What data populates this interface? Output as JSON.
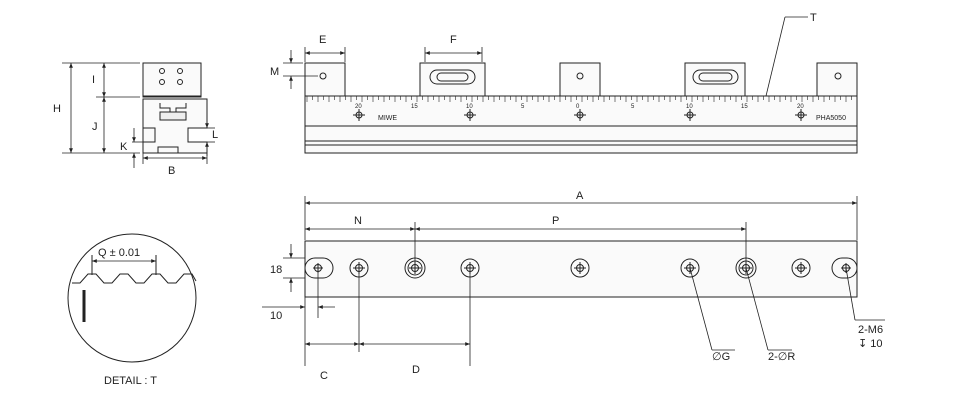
{
  "labels": {
    "E": "E",
    "F": "F",
    "M": "M",
    "T": "T",
    "H": "H",
    "I": "I",
    "J": "J",
    "K": "K",
    "L": "L",
    "B": "B",
    "A": "A",
    "N": "N",
    "P": "P",
    "C": "C",
    "D": "D",
    "dim_18": "18",
    "dim_10": "10",
    "phi_g": "∅G",
    "two_phi_r": "2-∅R",
    "two_m6": "2-M6",
    "depth_10": "↧ 10",
    "q_tol": "Q ± 0.01",
    "detail": "DETAIL : T"
  },
  "rail_text": {
    "brand": "MIWE",
    "model": "PHA5050"
  },
  "scale_labels": [
    "20",
    "15",
    "10",
    "5",
    "0",
    "5",
    "10",
    "15",
    "20"
  ],
  "colors": {
    "line": "#222222",
    "fill": "#f4f4f4",
    "hatch": "#cccccc"
  }
}
